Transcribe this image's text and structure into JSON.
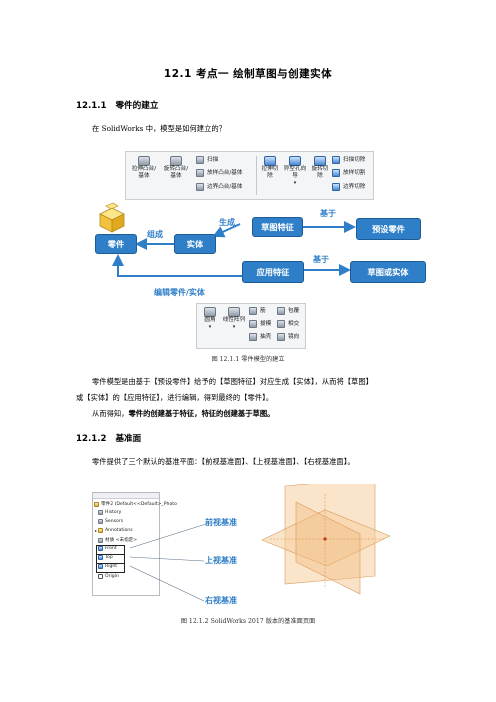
{
  "heading": "12.1   考点一  绘制草图与创建实体",
  "section1": {
    "number": "12.1.1",
    "title": "零件的建立",
    "question": "在 SolidWorks 中，模型是如何建立的？",
    "ribbon_top": {
      "buttons": [
        "拉伸凸台/基体",
        "旋转凸台/基体",
        "拉伸切除",
        "异型孔向导",
        "旋转切除"
      ],
      "small_items": [
        "扫描",
        "放样凸台/基体",
        "边界凸台/基体",
        "扫描切除",
        "放样切割",
        "边界切除"
      ]
    },
    "diagram": {
      "nodes": {
        "part": "零件",
        "solid": "实体",
        "sketch_feature": "草图特征",
        "preset_part": "预设零件",
        "applied_feature": "应用特征",
        "sketch_or_solid": "草图或实体"
      },
      "edges": {
        "compose": "组成",
        "generate": "生成",
        "based_on_1": "基于",
        "based_on_2": "基于",
        "edit": "编辑零件/实体"
      }
    },
    "ribbon_bottom": {
      "buttons": [
        "圆角",
        "线性阵列"
      ],
      "small_items": [
        "筋",
        "包覆",
        "拔模",
        "相交",
        "抽壳",
        "镜向"
      ]
    },
    "figure_caption": "图 12.1.1   零件模型的建立",
    "para1": "零件模型是由基于【预设零件】给予的【草图特征】对应生成【实体】，从而将【草图】",
    "para2": "或【实体】的【应用特征】，进行编辑，得到最终的【零件】。",
    "para3_normal": "从而得知，",
    "para3_bold": "零件的创建基于特征，特征的创建基于草图。"
  },
  "section2": {
    "number": "12.1.2",
    "title": "基准面",
    "para": "零件提供了三个默认的基准平面：【前视基准面】、【上视基准面】、【右视基准面】。",
    "tree": {
      "root": "零件2 (Default<<Default>_Photo",
      "items": [
        "History",
        "Sensors",
        "Annotations",
        "材质 <未指定>",
        "Front",
        "Top",
        "Right",
        "Origin"
      ]
    },
    "plane_labels": [
      "前视基准",
      "上视基准",
      "右视基准"
    ],
    "figure_caption": "图 12.1.2   SolidWorks 2017 版本的基准面页面"
  },
  "colors": {
    "accent": "#2f7fc8",
    "plane": "#f2c48a"
  }
}
